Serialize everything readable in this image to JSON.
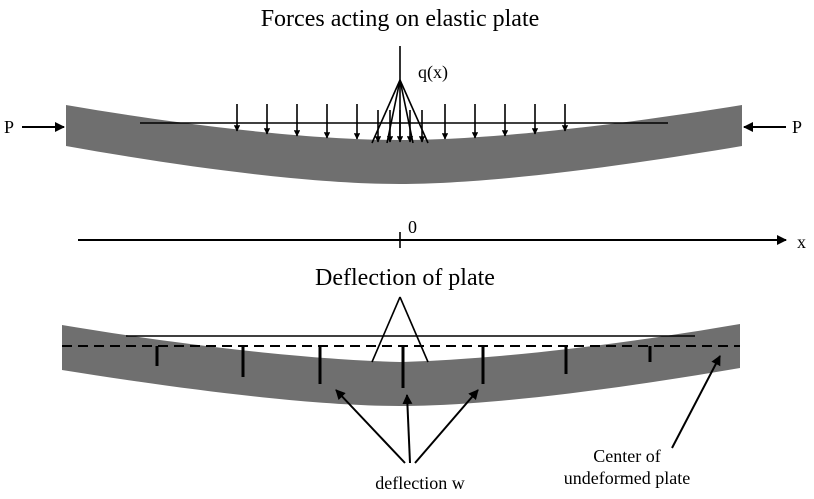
{
  "top": {
    "title": "Forces acting on elastic plate",
    "load_label": "q(x)",
    "left_force_label": "P",
    "right_force_label": "P"
  },
  "axis": {
    "origin_label": "0",
    "x_label": "x"
  },
  "bottom": {
    "title": "Deflection of plate",
    "deflection_label": "deflection w",
    "center_label_line1": "Center of",
    "center_label_line2": "undeformed plate"
  }
}
